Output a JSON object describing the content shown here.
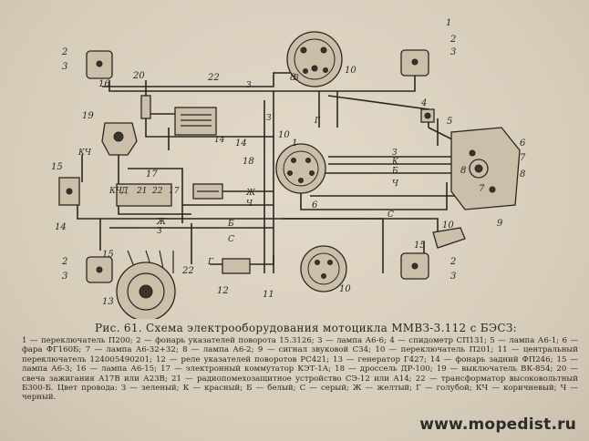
{
  "diagram": {
    "callouts": [
      "1",
      "2",
      "3",
      "4",
      "5",
      "6",
      "7",
      "8",
      "9",
      "10",
      "11",
      "12",
      "13",
      "14",
      "15",
      "16",
      "17",
      "18",
      "19",
      "20",
      "21",
      "22"
    ],
    "wire_letters": {
      "z": "З",
      "k": "К",
      "b": "Б",
      "s": "С",
      "g": "Г",
      "zh": "Ж",
      "ch": "Ч",
      "kch": "КЧ"
    },
    "terminals": {
      "relay_d": "Д",
      "relay_21": "21",
      "relay_22": "22",
      "relay_17": "17",
      "switch_14": "14",
      "switch_8": "8"
    }
  },
  "caption": {
    "title": "Рис. 61. Схема электрооборудования мотоцикла ММВЗ-3.112 с БЭСЗ:",
    "body": "1 — переключатель П200; 2 — фонарь указателей поворота 15.3126; 3 — лампа А6-6; 4 — спидометр СП131; 5 — лампа А6-1; 6 — фара ФГ160Б; 7 — лампа А6-32+32; 8 — лампа А6-2; 9 — сигнал звуковой С34; 10 — переключатель П201; 11 — центральный переключатель 124005490201; 12 — реле указателей поворотов РС421; 13 — генератор Г427; 14 — фонарь задний ФП246; 15 — лампа А6-3; 16 — лампа А6-15; 17 — электронный коммутатор КЭТ-1А; 18 — дроссель ДР-100; 19 — выключатель ВК-854; 20 — свеча зажигания А17В или А23В; 21 — радиопомехозащитное устройство СЭ-12 или А14; 22 — трансформатор высоковольтный Б300-Б. Цвет провода: З — зеленый; К — красный; Б — белый; С — серый; Ж — желтый; Г — голубой; КЧ — коричневый; Ч — черный."
  },
  "watermark": "www.mopedist.ru"
}
